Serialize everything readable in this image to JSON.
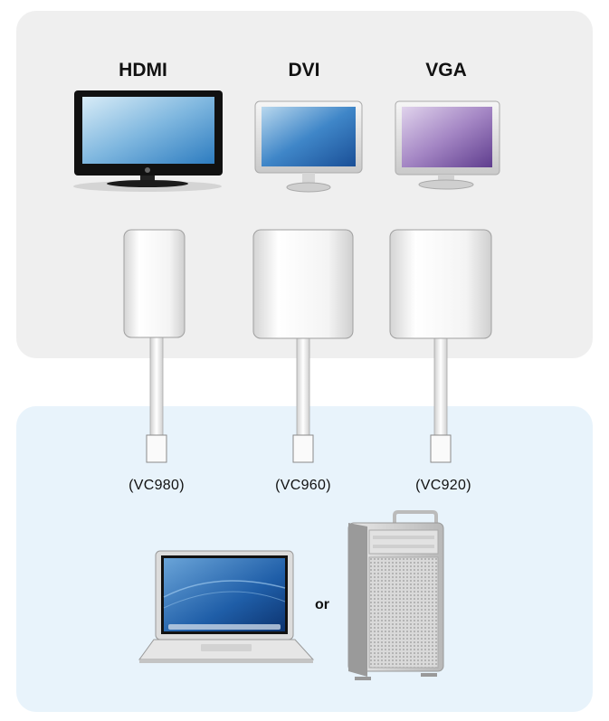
{
  "displays": [
    {
      "port": "HDMI"
    },
    {
      "port": "DVI"
    },
    {
      "port": "VGA"
    }
  ],
  "adapters": [
    {
      "model": "(VC980)"
    },
    {
      "model": "(VC960)"
    },
    {
      "model": "(VC920)"
    }
  ],
  "sources": {
    "separator": "or"
  },
  "icons": [
    "hdmi-monitor-icon",
    "dvi-monitor-icon",
    "vga-monitor-icon",
    "laptop-icon",
    "tower-computer-icon"
  ],
  "colors": {
    "top_panel": "#efefef",
    "bottom_panel": "#e8f3fb"
  }
}
